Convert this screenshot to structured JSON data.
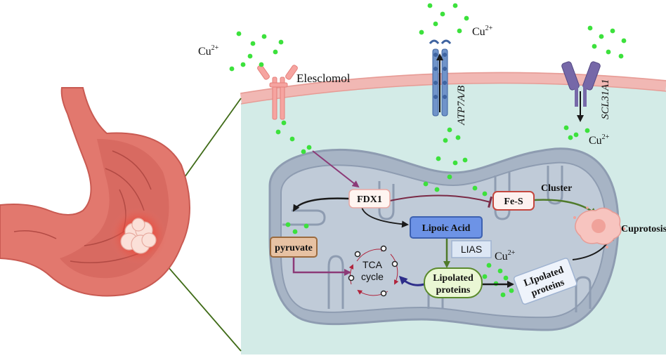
{
  "labels": {
    "cu_top_left": "Cu",
    "cu_top_mid": "Cu",
    "cu_right": "Cu",
    "cu_inner": "Cu",
    "charge": "2+",
    "elesclomol": "Elesclomol",
    "atp7": "ATP7A/B",
    "scl31a1": "SCL31A1",
    "fdx1": "FDX1",
    "fes": "Fe-S",
    "cluster": "Cluster",
    "cuprotosis": "Cuprotosis",
    "lipoic_acid": "Lipoic Acid",
    "lias": "LIAS",
    "pyruvate": "pyruvate",
    "tca_line1": "TCA",
    "tca_line2": "cycle",
    "lipolated_line1": "Lipolated",
    "lipolated_line2": "proteins",
    "lipolated2_line1": "LIpolated",
    "lipolated2_line2": "proteins"
  },
  "colors": {
    "cytoplasm": "#d3ebe7",
    "membrane": "#f1b8b4",
    "mito_outer": "#a7b4c5",
    "mito_inner": "#8e9cb1",
    "copper_dot": "#3ce13c",
    "lipoic_fill": "#6d93e6",
    "pyruvate_fill": "#e7c2a3",
    "lipolated_fill": "#eaf7d4",
    "purple_arrow": "#8c3a77",
    "green_arrow": "#4f7a2a",
    "stomach": "#e2786e",
    "callout_line": "#3f6b17"
  },
  "icons": [
    "stomach-organ-icon",
    "tumor-icon",
    "elesclomol-receptor-icon",
    "atp7-transporter-icon",
    "scl31a1-transporter-icon",
    "dead-cell-icon"
  ]
}
